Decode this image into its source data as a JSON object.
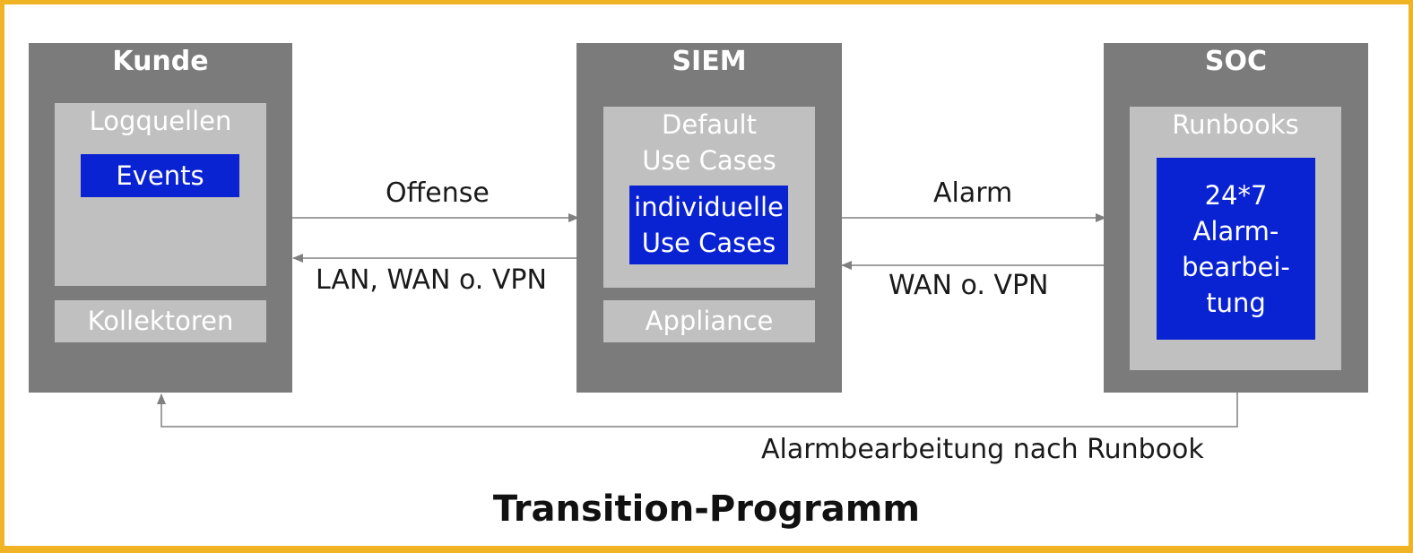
{
  "blocks": {
    "kunde": {
      "title": "Kunde",
      "panel_top": "Logquellen",
      "inner": "Events",
      "panel_bottom": "Kollektoren"
    },
    "siem": {
      "title": "SIEM",
      "panel_top": "Default\nUse Cases",
      "inner": "individuelle\nUse Cases",
      "panel_bottom": "Appliance"
    },
    "soc": {
      "title": "SOC",
      "panel_top": "Runbooks",
      "inner": "24*7\nAlarm-\nbearbei-\ntung"
    }
  },
  "arrows": {
    "kunde_to_siem": "Offense",
    "siem_to_kunde": "LAN, WAN o. VPN",
    "siem_to_soc": "Alarm",
    "soc_to_siem": "WAN o. VPN",
    "soc_to_kunde": "Alarmbearbeitung nach Runbook"
  },
  "footer": "Transition-Programm",
  "colors": {
    "frame": "#f0b323",
    "block": "#7b7b7b",
    "panel": "#c0c0c0",
    "highlight": "#0a23d2",
    "arrow": "#808080"
  }
}
